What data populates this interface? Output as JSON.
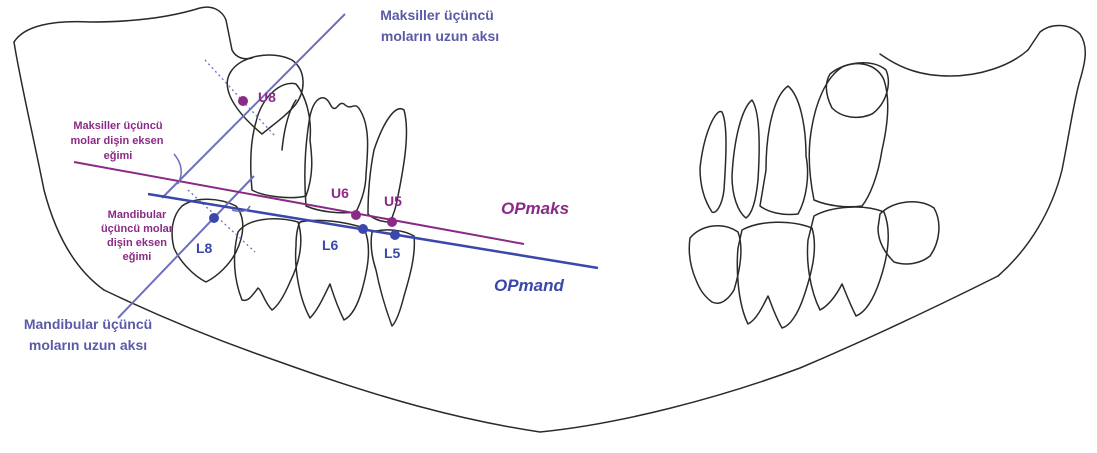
{
  "labels": {
    "maxillary_axis": [
      "Maksiller üçüncü",
      "moların uzun aksı"
    ],
    "mandibular_axis": [
      "Mandibular üçüncü",
      "moların uzun aksı"
    ],
    "maxillary_angle": [
      "Maksiller üçüncü",
      "molar dişin eksen",
      "eğimi"
    ],
    "mandibular_angle": [
      "Mandibular",
      "üçüncü molar",
      "dişin eksen",
      "eğimi"
    ],
    "planes": {
      "maxillary": "OPmaks",
      "mandibular": "OPmand"
    },
    "points": {
      "U8": "U8",
      "U6": "U6",
      "U5": "U5",
      "L8": "L8",
      "L6": "L6",
      "L5": "L5"
    }
  },
  "colors": {
    "maxillary": "#8b2a86",
    "mandibular": "#3a47ab",
    "long_axis": "#6c70bd",
    "outline": "#2a2a2a"
  }
}
